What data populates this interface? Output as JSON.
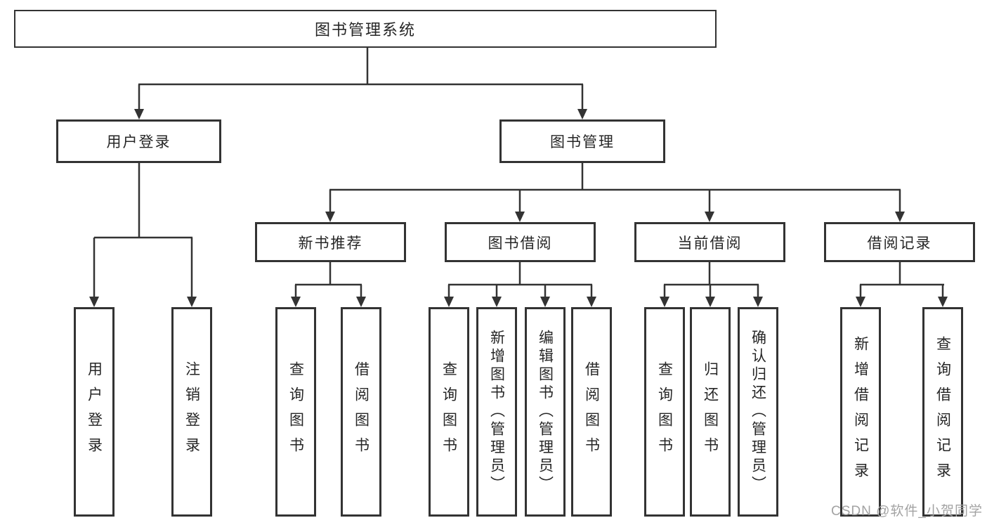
{
  "tree": {
    "root": {
      "label": "图书管理系统"
    },
    "branches": [
      {
        "label": "用户登录",
        "children": [
          {
            "label": "用户登录"
          },
          {
            "label": "注销登录"
          }
        ]
      },
      {
        "label": "图书管理",
        "children": [
          {
            "label": "新书推荐",
            "children": [
              {
                "label": "查询图书"
              },
              {
                "label": "借阅图书"
              }
            ]
          },
          {
            "label": "图书借阅",
            "children": [
              {
                "label": "查询图书"
              },
              {
                "label": "新增图书（管理员）"
              },
              {
                "label": "编辑图书（管理员）"
              },
              {
                "label": "借阅图书"
              }
            ]
          },
          {
            "label": "当前借阅",
            "children": [
              {
                "label": "查询图书"
              },
              {
                "label": "归还图书"
              },
              {
                "label": "确认归还（管理员）"
              }
            ]
          },
          {
            "label": "借阅记录",
            "children": [
              {
                "label": "新增借阅记录"
              },
              {
                "label": "查询借阅记录"
              }
            ]
          }
        ]
      }
    ]
  },
  "watermark": {
    "text": "CSDN @软件_小贺同学"
  },
  "colors": {
    "line": "#333333",
    "box_background": "#ffffff",
    "text": "#262626",
    "watermark": "#a3a3a3"
  }
}
